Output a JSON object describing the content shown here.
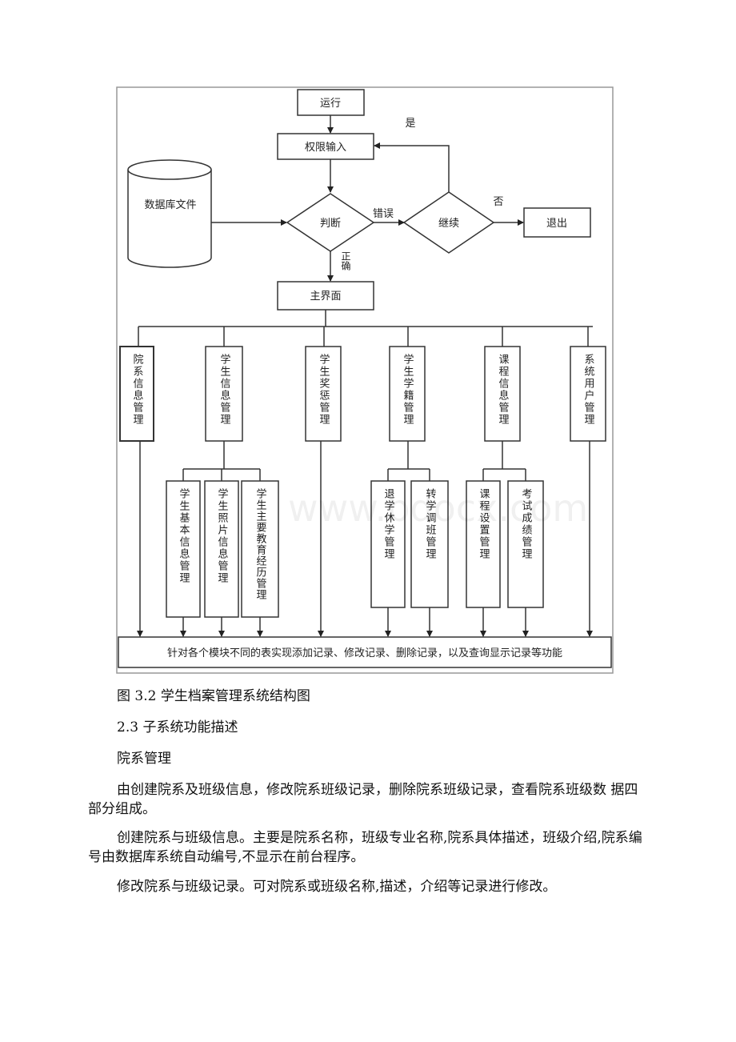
{
  "diagram": {
    "run": "运行",
    "auth_input": "权限输入",
    "database_file": "数据库文件",
    "judge": "判断",
    "error": "错误",
    "continue": "继续",
    "yes": "是",
    "no": "否",
    "exit": "退出",
    "correct": "正确",
    "main_interface": "主界面",
    "modules": [
      "院系信息管理",
      "学生信息管理",
      "学生奖惩管理",
      "学生学籍管理",
      "课程信息管理",
      "系统用户管理"
    ],
    "submodules": [
      "学生基本信息管理",
      "学生照片信息管理",
      "学生主要教育经历管理",
      "退学休学管理",
      "转学调班管理",
      "课程设置管理",
      "考试成绩管理"
    ],
    "bottom_bar": "针对各个模块不同的表实现添加记录、修改记录、删除记录，以及查询显示记录等功能"
  },
  "watermark": "www.bdocx.com",
  "caption": "图 3.2 学生档案管理系统结构图",
  "section": "2.3 子系统功能描述",
  "subsection": "院系管理",
  "paragraphs": [
    "由创建院系及班级信息，修改院系班级记录，删除院系班级记录，查看院系班级数 据四部分组成。",
    "创建院系与班级信息。主要是院系名称，班级专业名称,院系具体描述，班级介绍,院系编号由数据库系统自动编号,不显示在前台程序。",
    "修改院系与班级记录。可对院系或班级名称,描述，介绍等记录进行修改。"
  ]
}
